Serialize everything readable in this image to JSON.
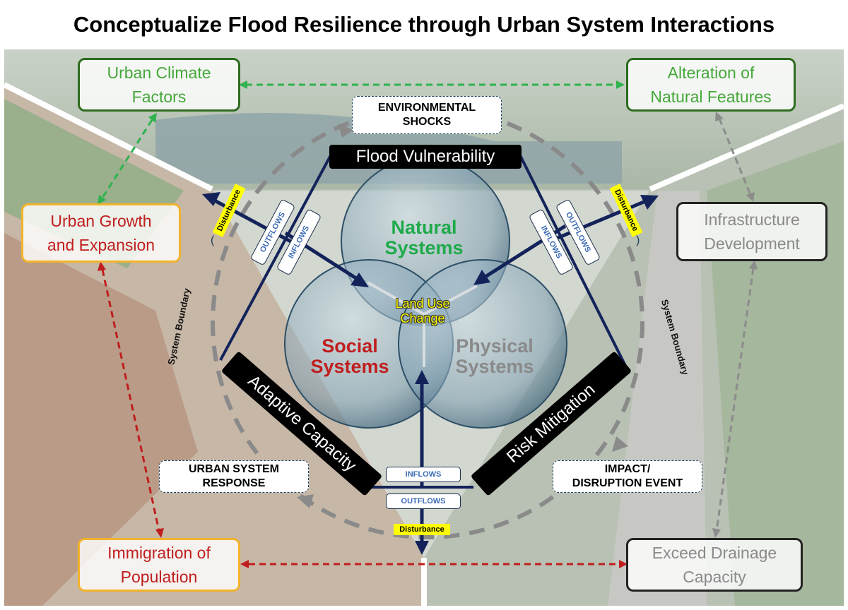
{
  "title": "Conceptualize Flood Resilience through Urban System Interactions",
  "outer_boxes": {
    "urban_climate_factors": "Urban Climate\nFactors",
    "alteration_natural_features": "Alteration of\nNatural Features",
    "urban_growth_expansion": "Urban Growth\nand Expansion",
    "infrastructure_development": "Infrastructure\nDevelopment",
    "immigration_population": "Immigration of\nPopulation",
    "exceed_drainage_capacity": "Exceed Drainage\nCapacity"
  },
  "event_boxes": {
    "environmental_shocks": "ENVIRONMENTAL\nSHOCKS",
    "urban_system_response": "URBAN SYSTEM\nRESPONSE",
    "impact_disruption_event": "IMPACT/\nDISRUPTION EVENT"
  },
  "bars": {
    "flood_vulnerability": "Flood Vulnerability",
    "adaptive_capacity": "Adaptive Capacity",
    "risk_mitigation": "Risk Mitigation"
  },
  "circles": {
    "natural": "Natural\nSystems",
    "social": "Social\nSystems",
    "physical": "Physical\nSystems",
    "center": "Land Use\nChange"
  },
  "flows": {
    "outflows": "OUTFLOWS",
    "inflows": "INFLOWS",
    "disturbance": "Disturbance"
  },
  "system_boundary": "System Boundary",
  "colors": {
    "green_text": "#46a83a",
    "green_border": "#2e6b1f",
    "red_text": "#c01e1e",
    "orange_border": "#f2b32b",
    "gray_text": "#8a8a8a",
    "navy_lines": "#13235a",
    "green_arrow": "#2fb24f",
    "red_arrow": "#c01e1e",
    "gray_arrow": "#8c8c8c",
    "highlight": "#ffff00"
  }
}
